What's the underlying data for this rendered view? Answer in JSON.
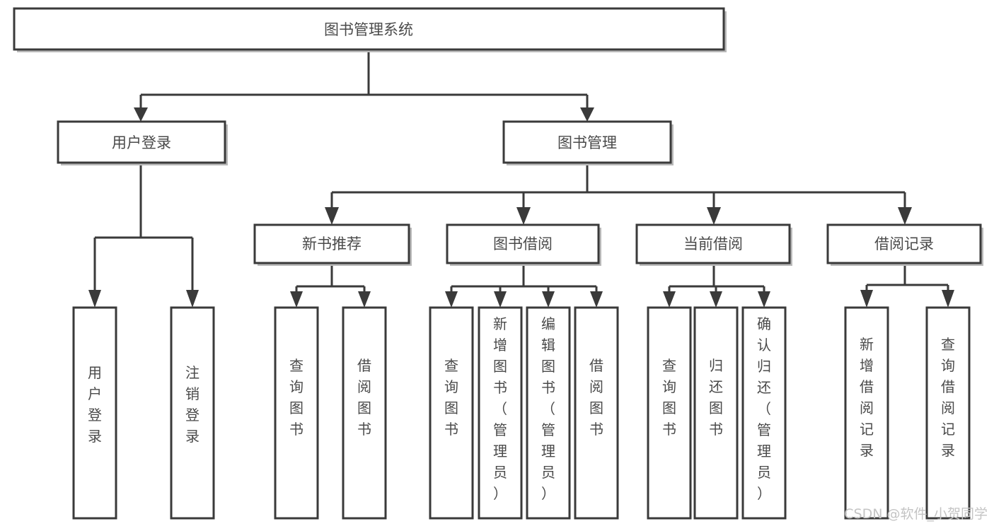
{
  "diagram": {
    "title": "图书管理系统",
    "type": "tree-hierarchy-chart",
    "root": {
      "label": "图书管理系统"
    },
    "level1": [
      {
        "label": "用户登录"
      },
      {
        "label": "图书管理"
      }
    ],
    "level2": [
      {
        "label": "新书推荐"
      },
      {
        "label": "图书借阅"
      },
      {
        "label": "当前借阅"
      },
      {
        "label": "借阅记录"
      }
    ],
    "leaves": {
      "user_login": [
        {
          "label": "用户登录"
        },
        {
          "label": "注销登录"
        }
      ],
      "new_book_recommend": [
        {
          "label": "查询图书"
        },
        {
          "label": "借阅图书"
        }
      ],
      "book_borrow": [
        {
          "label": "查询图书"
        },
        {
          "label": "新增图书（管理员）"
        },
        {
          "label": "编辑图书（管理员）"
        },
        {
          "label": "借阅图书"
        }
      ],
      "current_borrow": [
        {
          "label": "查询图书"
        },
        {
          "label": "归还图书"
        },
        {
          "label": "确认归还（管理员）"
        }
      ],
      "borrow_record": [
        {
          "label": "新增借阅记录"
        },
        {
          "label": "查询借阅记录"
        }
      ]
    }
  },
  "watermark": {
    "text": "CSDN @软件_小贺同学"
  },
  "colors": {
    "stroke": "#3a3a3a",
    "text": "#4a4a4a",
    "background": "#ffffff",
    "shadow": "#b9b9b9",
    "watermark": "#c4c4c4"
  }
}
